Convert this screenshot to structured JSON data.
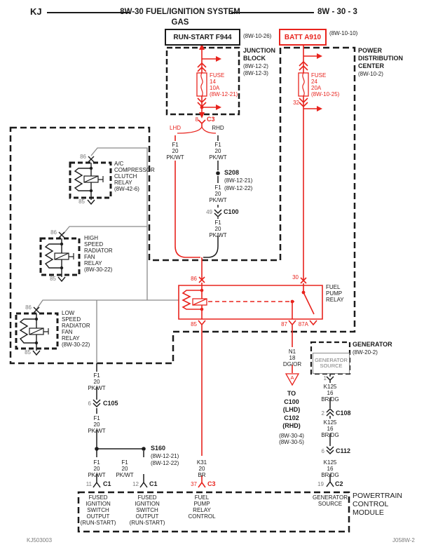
{
  "colors": {
    "hot": "#e8231d",
    "gray": "#7b7b7b",
    "black": "#1b1b1b"
  },
  "header": {
    "model": "KJ",
    "title": "8W-30 FUEL/IGNITION SYSTEM",
    "subtitle": "GAS",
    "page_ref": "8W - 30 - 3"
  },
  "footer": {
    "left": "KJ503003",
    "right": "J058W-2"
  },
  "power_sources": {
    "run_start": {
      "label": "RUN-START F944",
      "ref": "(8W-10-26)"
    },
    "batt": {
      "label": "BATT A910",
      "ref": "(8W-10-10)"
    }
  },
  "junction_block": {
    "name": [
      "JUNCTION",
      "BLOCK"
    ],
    "refs": [
      "(8W-12-2)",
      "(8W-12-3)"
    ],
    "fuse": [
      "FUSE",
      "14",
      "10A",
      "(8W-12-21)"
    ],
    "pin_out": "8",
    "conn_out": "C3"
  },
  "pdc": {
    "name": [
      "POWER",
      "DISTRIBUTION",
      "CENTER"
    ],
    "ref": "(8W-10-2)",
    "fuse": [
      "FUSE",
      "24",
      "20A",
      "(8W-10-25)"
    ],
    "pin_out": "32"
  },
  "branches": {
    "lhd": "LHD",
    "rhd": "RHD"
  },
  "wires": {
    "f1": [
      "F1",
      "20",
      "PK/WT"
    ],
    "k125": [
      "K125",
      "16",
      "BR/DG"
    ],
    "n1": [
      "N1",
      "18",
      "DG/OR"
    ],
    "k31": [
      "K31",
      "20",
      "BR"
    ]
  },
  "splices": {
    "s208": {
      "name": "S208",
      "refs": [
        "(8W-12-21)",
        "(8W-12-22)"
      ]
    },
    "s160": {
      "name": "S160",
      "refs": [
        "(8W-12-21)",
        "(8W-12-22)"
      ]
    }
  },
  "connectors": {
    "c100": {
      "pin": "49",
      "name": "C100"
    },
    "c105": {
      "pin": "6",
      "name": "C105"
    },
    "c108": {
      "pin": "2",
      "name": "C108"
    },
    "c112": {
      "pin": "6",
      "name": "C112"
    }
  },
  "relays": {
    "ac": {
      "lines": [
        "A/C",
        "COMPRESSOR",
        "CLUTCH",
        "RELAY",
        "(8W-42-6)"
      ],
      "pin_top": "86",
      "pin_bottom": "85"
    },
    "high": {
      "lines": [
        "HIGH",
        "SPEED",
        "RADIATOR",
        "FAN",
        "RELAY",
        "(8W-30-22)"
      ],
      "pin_top": "86",
      "pin_bottom": "85"
    },
    "low": {
      "lines": [
        "LOW",
        "SPEED",
        "RADIATOR",
        "FAN",
        "RELAY",
        "(8W-30-22)"
      ],
      "pin_top": "86",
      "pin_bottom": "85"
    },
    "fuel_pump": {
      "lines": [
        "FUEL",
        "PUMP",
        "RELAY"
      ],
      "pins": {
        "p86": "86",
        "p30": "30",
        "p85": "85",
        "p87": "87",
        "p87a": "87A"
      }
    }
  },
  "generator": {
    "name": "GENERATOR",
    "ref": "(8W-20-2)",
    "source": [
      "GENERATOR",
      "SOURCE"
    ],
    "pin1": "1"
  },
  "to_block": {
    "symbol": "A",
    "lines": [
      "TO",
      "C100",
      "(LHD)",
      "C102",
      "(RHD)"
    ],
    "refs": [
      "(8W-30-4)",
      "(8W-30-5)"
    ]
  },
  "pcm": {
    "title": [
      "POWERTRAIN",
      "CONTROL",
      "MODULE"
    ],
    "pins": [
      {
        "pin": "11",
        "conn": "C1"
      },
      {
        "pin": "12",
        "conn": "C1"
      },
      {
        "pin": "37",
        "conn": "C3"
      },
      {
        "pin": "19",
        "conn": "C2"
      }
    ],
    "functions": {
      "fused_ign": [
        "FUSED",
        "IGNITION",
        "SWITCH",
        "OUTPUT",
        "(RUN-START)"
      ],
      "fuel_pump_ctl": [
        "FUEL",
        "PUMP",
        "RELAY",
        "CONTROL"
      ],
      "gen_source": [
        "GENERATOR",
        "SOURCE"
      ]
    }
  }
}
